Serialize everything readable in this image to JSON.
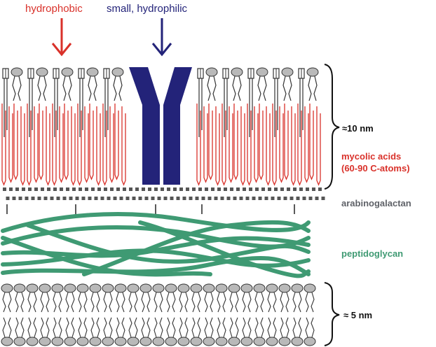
{
  "labels": {
    "hydrophobic": "hydrophobic",
    "hydrophilic": "small, hydrophilic",
    "thickness_outer": "≈10 nm",
    "mycolic_line1": "mycolic acids",
    "mycolic_line2": "(60-90 C-atoms)",
    "arabinogalactan": "arabinogalactan",
    "peptidoglycan": "peptidoglycan",
    "thickness_inner": "≈ 5 nm"
  },
  "colors": {
    "hydrophobic": "#d9312a",
    "hydrophilic": "#232379",
    "mycolic": "#d9312a",
    "arabinogalactan": "#5e6167",
    "peptidoglycan": "#3f9a73",
    "outline": "#333333",
    "head_fill": "#b9b9b9",
    "square_fill": "#555555"
  }
}
